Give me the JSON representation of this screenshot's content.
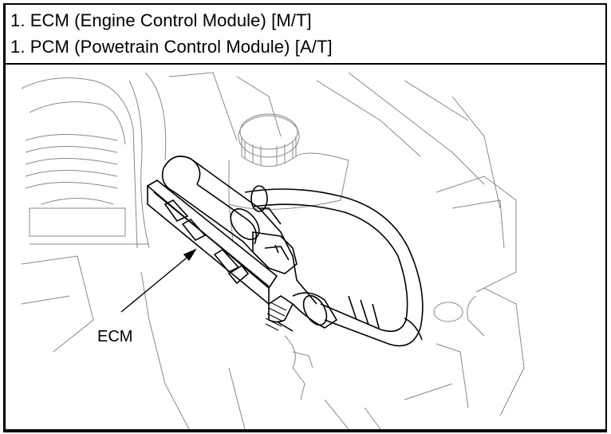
{
  "caption": {
    "line1": "1. ECM (Engine Control Module) [M/T]",
    "line2": "1. PCM (Powetrain Control Module) [A/T]"
  },
  "figure": {
    "callout_label": "ECM"
  }
}
